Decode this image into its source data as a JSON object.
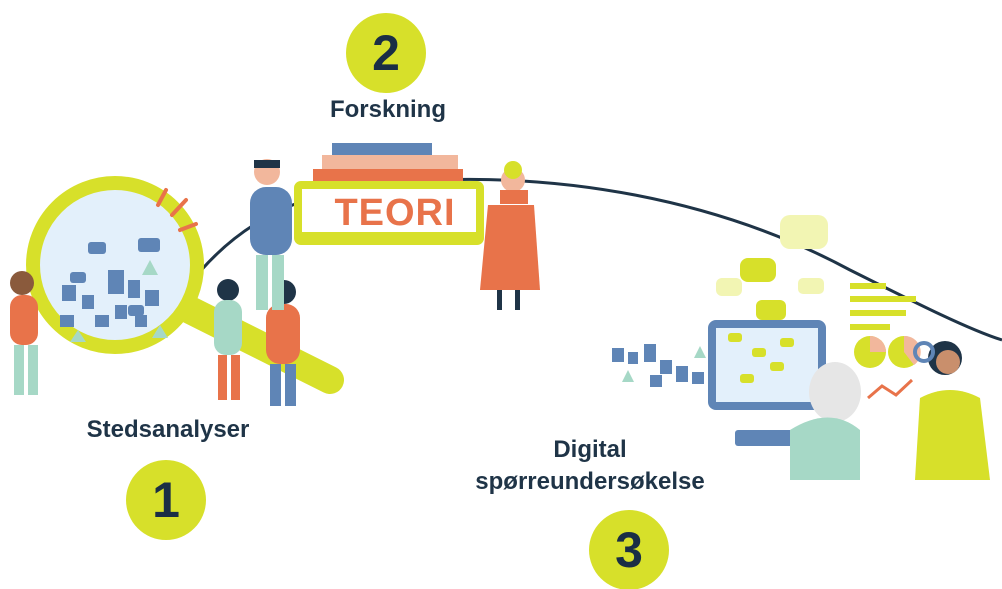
{
  "colors": {
    "accent": "#d7e02a",
    "navy": "#1f3447",
    "orange": "#e8734a",
    "blue": "#5f85b6",
    "mint": "#a6d8c6",
    "peach": "#f2b79c"
  },
  "steps": [
    {
      "number": "1",
      "label": "Stedsanalyser"
    },
    {
      "number": "2",
      "label": "Forskning"
    },
    {
      "number": "3",
      "label_line1": "Digital",
      "label_line2": "spørreundersøkelse"
    }
  ],
  "book_text": "TEORI",
  "icons": [
    "magnifier-icon",
    "books-icon",
    "speech-bubble-icon",
    "computer-icon",
    "report-icon",
    "pie-chart-icon",
    "line-chart-icon"
  ]
}
